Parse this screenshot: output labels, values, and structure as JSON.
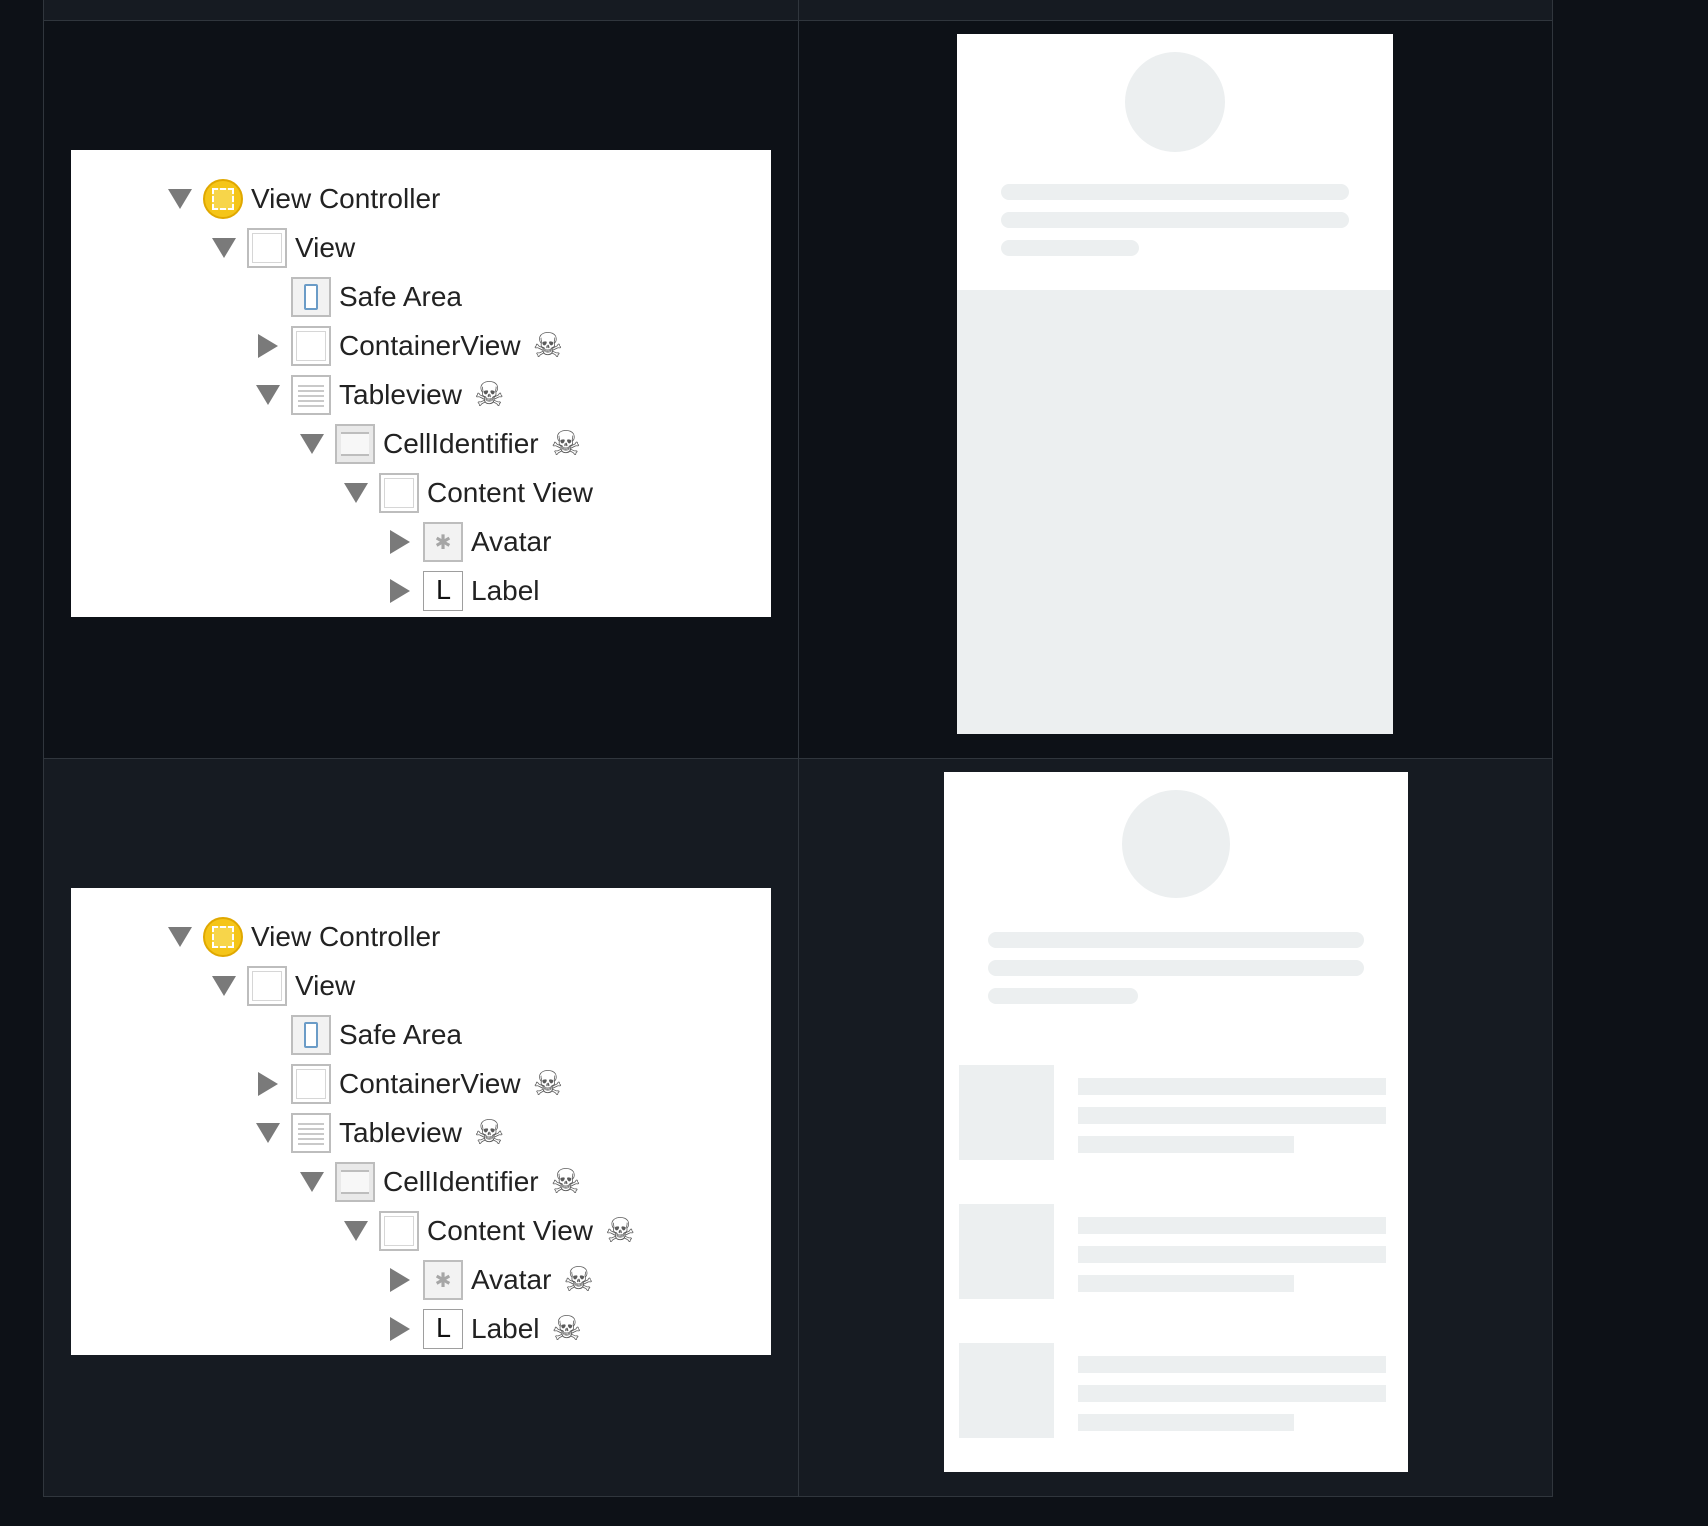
{
  "tree_1": [
    {
      "label": "View Controller",
      "icon": "view-controller-icon",
      "expander": "down",
      "skull": false
    },
    {
      "label": "View",
      "icon": "view-icon",
      "expander": "down",
      "skull": false
    },
    {
      "label": "Safe Area",
      "icon": "safe-area-icon",
      "expander": "none",
      "skull": false
    },
    {
      "label": "ContainerView",
      "icon": "view-icon",
      "expander": "right",
      "skull": true
    },
    {
      "label": "Tableview",
      "icon": "table-view-icon",
      "expander": "down",
      "skull": true
    },
    {
      "label": "CellIdentifier",
      "icon": "table-cell-icon",
      "expander": "down",
      "skull": true
    },
    {
      "label": "Content View",
      "icon": "view-icon",
      "expander": "down",
      "skull": false
    },
    {
      "label": "Avatar",
      "icon": "image-view-icon",
      "expander": "right",
      "skull": false
    },
    {
      "label": "Label",
      "icon": "label-icon",
      "expander": "right",
      "skull": false
    }
  ],
  "tree_2": [
    {
      "label": "View Controller",
      "icon": "view-controller-icon",
      "expander": "down",
      "skull": false
    },
    {
      "label": "View",
      "icon": "view-icon",
      "expander": "down",
      "skull": false
    },
    {
      "label": "Safe Area",
      "icon": "safe-area-icon",
      "expander": "none",
      "skull": false
    },
    {
      "label": "ContainerView",
      "icon": "view-icon",
      "expander": "right",
      "skull": true
    },
    {
      "label": "Tableview",
      "icon": "table-view-icon",
      "expander": "down",
      "skull": true
    },
    {
      "label": "CellIdentifier",
      "icon": "table-cell-icon",
      "expander": "down",
      "skull": true
    },
    {
      "label": "Content View",
      "icon": "view-icon",
      "expander": "down",
      "skull": true
    },
    {
      "label": "Avatar",
      "icon": "image-view-icon",
      "expander": "right",
      "skull": true
    },
    {
      "label": "Label",
      "icon": "label-icon",
      "expander": "right",
      "skull": true
    }
  ],
  "label_icon_letter": "L",
  "skull_glyph": "☠",
  "colors": {
    "page_bg": "#0d1117",
    "row_alt_bg": "#161b22",
    "border": "#30363d",
    "skeleton": "#eceff0",
    "vc_icon": "#f5c518"
  }
}
